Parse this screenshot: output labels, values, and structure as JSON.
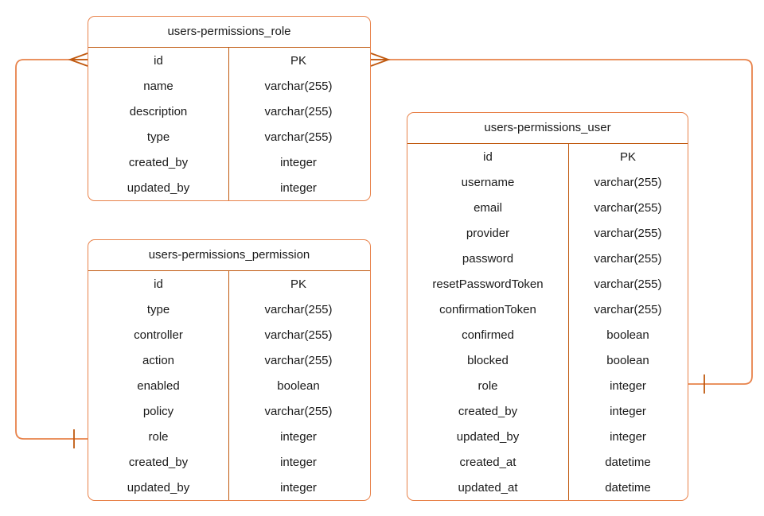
{
  "diagram": {
    "type": "entity-relationship-diagram",
    "colors": {
      "outer_border": "#e8824a",
      "inner_divider": "#c0590f",
      "connector": "#e8824a",
      "connector_marker": "#c0590f",
      "background": "#ffffff",
      "text": "#1a1a1a"
    },
    "entities": [
      {
        "id": "role",
        "title": "users-permissions_role",
        "attributes": [
          {
            "name": "id",
            "type": "PK"
          },
          {
            "name": "name",
            "type": "varchar(255)"
          },
          {
            "name": "description",
            "type": "varchar(255)"
          },
          {
            "name": "type",
            "type": "varchar(255)"
          },
          {
            "name": "created_by",
            "type": "integer"
          },
          {
            "name": "updated_by",
            "type": "integer"
          }
        ]
      },
      {
        "id": "permission",
        "title": "users-permissions_permission",
        "attributes": [
          {
            "name": "id",
            "type": "PK"
          },
          {
            "name": "type",
            "type": "varchar(255)"
          },
          {
            "name": "controller",
            "type": "varchar(255)"
          },
          {
            "name": "action",
            "type": "varchar(255)"
          },
          {
            "name": "enabled",
            "type": "boolean"
          },
          {
            "name": "policy",
            "type": "varchar(255)"
          },
          {
            "name": "role",
            "type": "integer"
          },
          {
            "name": "created_by",
            "type": "integer"
          },
          {
            "name": "updated_by",
            "type": "integer"
          }
        ]
      },
      {
        "id": "user",
        "title": "users-permissions_user",
        "attributes": [
          {
            "name": "id",
            "type": "PK"
          },
          {
            "name": "username",
            "type": "varchar(255)"
          },
          {
            "name": "email",
            "type": "varchar(255)"
          },
          {
            "name": "provider",
            "type": "varchar(255)"
          },
          {
            "name": "password",
            "type": "varchar(255)"
          },
          {
            "name": "resetPasswordToken",
            "type": "varchar(255)"
          },
          {
            "name": "confirmationToken",
            "type": "varchar(255)"
          },
          {
            "name": "confirmed",
            "type": "boolean"
          },
          {
            "name": "blocked",
            "type": "boolean"
          },
          {
            "name": "role",
            "type": "integer"
          },
          {
            "name": "created_by",
            "type": "integer"
          },
          {
            "name": "updated_by",
            "type": "integer"
          },
          {
            "name": "created_at",
            "type": "datetime"
          },
          {
            "name": "updated_at",
            "type": "datetime"
          }
        ]
      }
    ],
    "relationships": [
      {
        "id": "role-to-permission",
        "from_entity": "role",
        "from_attribute": "id",
        "from_marker": "crows-foot",
        "to_entity": "permission",
        "to_attribute": "role",
        "to_marker": "one-tick"
      },
      {
        "id": "role-to-user",
        "from_entity": "role",
        "from_attribute": "id",
        "from_marker": "crows-foot",
        "to_entity": "user",
        "to_attribute": "role",
        "to_marker": "one-tick"
      }
    ]
  }
}
